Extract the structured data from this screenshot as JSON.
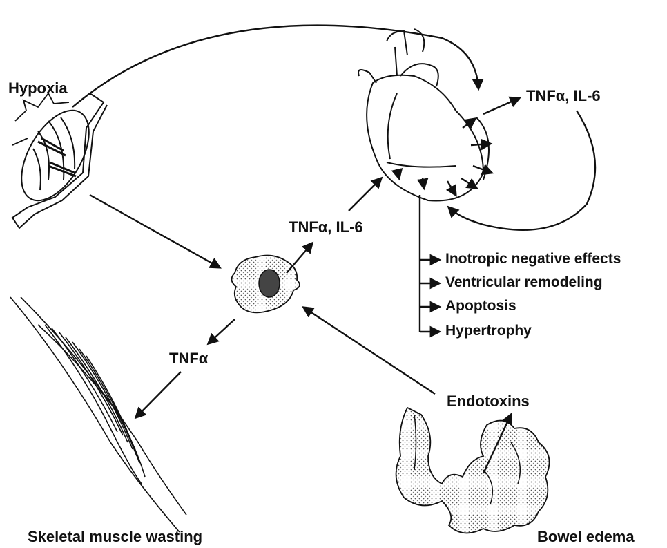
{
  "labels": {
    "hypoxia": "Hypoxia",
    "heart_cytokines": "TNFα, IL-6",
    "cell_cytokines": "TNFα, IL-6",
    "tnf_alpha": "TNFα",
    "endotoxins": "Endotoxins",
    "skeletal_muscle_wasting": "Skeletal muscle wasting",
    "bowel_edema": "Bowel edema"
  },
  "effects": [
    "Inotropic negative effects",
    "Ventricular remodeling",
    "Apoptosis",
    "Hypertrophy"
  ],
  "colors": {
    "ink": "#111111",
    "background": "#ffffff"
  }
}
